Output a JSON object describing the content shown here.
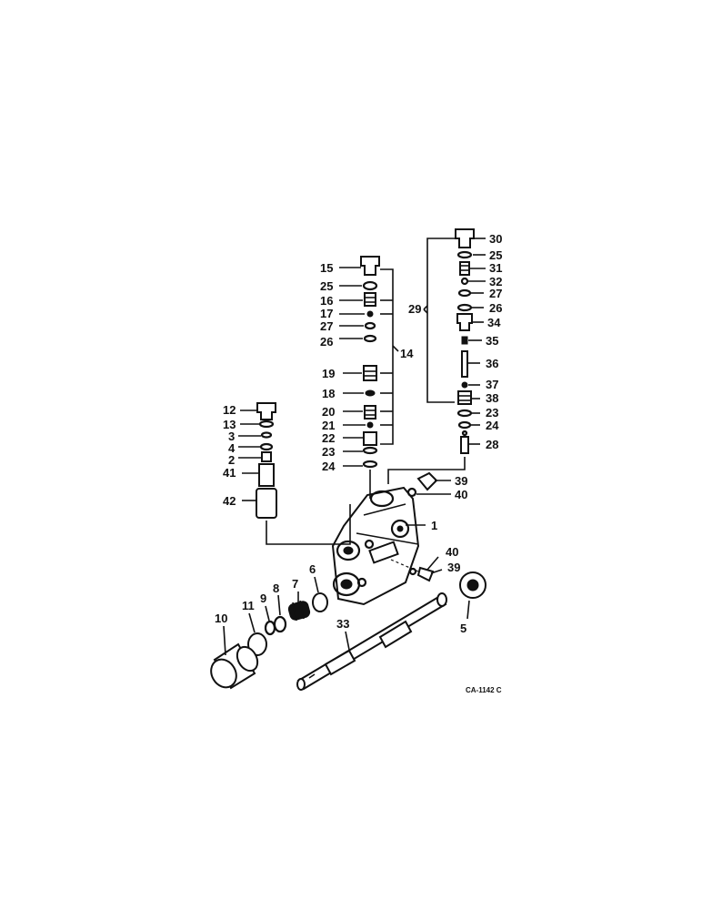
{
  "drawing_code": "CA-1142 C",
  "callouts": [
    "1",
    "2",
    "3",
    "4",
    "5",
    "6",
    "7",
    "8",
    "9",
    "10",
    "11",
    "12",
    "13",
    "14",
    "15",
    "16",
    "17",
    "18",
    "19",
    "20",
    "21",
    "22",
    "23",
    "24",
    "25",
    "26",
    "27",
    "28",
    "29",
    "30",
    "31",
    "32",
    "33",
    "34",
    "35",
    "36",
    "37",
    "38",
    "39",
    "40",
    "41",
    "42"
  ],
  "left_stack": [
    "12",
    "13",
    "3",
    "4",
    "2",
    "41",
    "42"
  ],
  "center_stack": [
    "15",
    "25",
    "16",
    "17",
    "27",
    "26",
    "19",
    "18",
    "20",
    "21",
    "22",
    "23",
    "24"
  ],
  "right_stack": [
    "30",
    "25",
    "31",
    "32",
    "27",
    "26",
    "34",
    "35",
    "36",
    "37",
    "38",
    "23",
    "24",
    "28"
  ],
  "group_labels": {
    "center_group": "14",
    "right_group": "29"
  },
  "lower_parts": [
    "1",
    "39",
    "40",
    "40",
    "39",
    "5",
    "6",
    "7",
    "8",
    "9",
    "11",
    "10",
    "33"
  ],
  "colors": {
    "ink": "#111111",
    "background": "#ffffff"
  }
}
